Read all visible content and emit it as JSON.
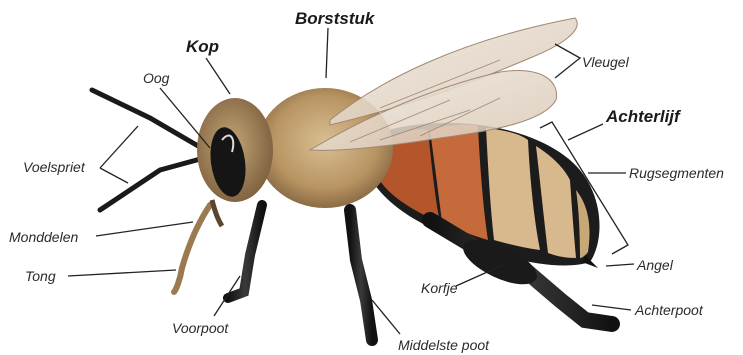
{
  "labels": {
    "kop": "Kop",
    "borststuk": "Borststuk",
    "achterlijf": "Achterlijf",
    "oog": "Oog",
    "voelspriet": "Voelspriet",
    "monddelen": "Monddelen",
    "tong": "Tong",
    "voorpoot": "Voorpoot",
    "middelste_poot": "Middelste poot",
    "korfje": "Korfje",
    "vleugel": "Vleugel",
    "rugsegmenten": "Rugsegmenten",
    "angel": "Angel",
    "achterpoot": "Achterpoot"
  },
  "colors": {
    "background": "#ffffff",
    "label_text": "#2b2b2b",
    "leader_line": "#222222",
    "fur": "#c9a878",
    "dark_band": "#1c1c1c",
    "orange_band": "#b5552b",
    "tan_band": "#d8b98e",
    "wing": "#e8ddd0"
  }
}
